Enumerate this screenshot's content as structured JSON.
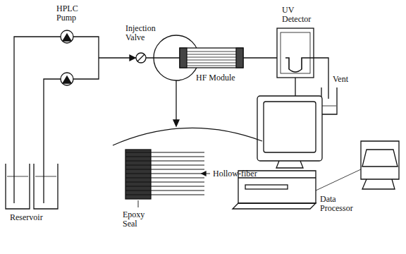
{
  "diagram": {
    "labels": [
      "HPLC Pump",
      "Injection Valve",
      "UV Detector",
      "HF Module",
      "Vent",
      "Reservoir",
      "Data Processor",
      "Hollow-fiber",
      "Epoxy Seal"
    ]
  }
}
